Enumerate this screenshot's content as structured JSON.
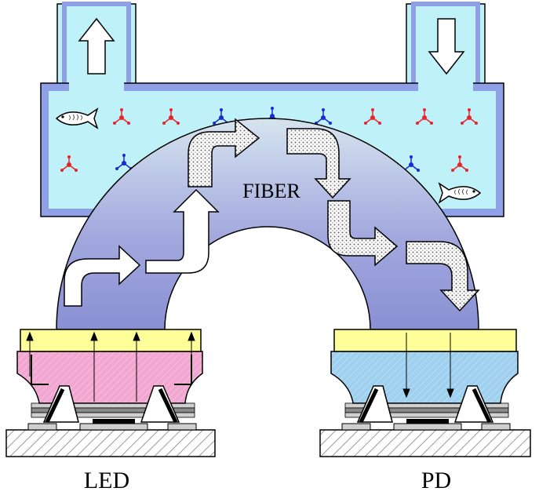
{
  "labels": {
    "fiber": "FIBER",
    "led": "LED",
    "pd": "PD"
  },
  "colors": {
    "water": "#bff2f8",
    "tank_border": "#8fa0e6",
    "fiber_top": "#d2e0ee",
    "fiber_bottom": "#8e93d6",
    "lens": "#ffff99",
    "led_body": "#f2a0cf",
    "pd_body": "#9ed0ee",
    "substrate": "#d8d8d8",
    "molecule_red": "#e8242a",
    "molecule_blue": "#1a2ad8"
  },
  "icons": [
    "arrow-up-icon",
    "arrow-down-icon",
    "fish-icon",
    "molecule-icon",
    "light-flow-arrow-icon"
  ]
}
